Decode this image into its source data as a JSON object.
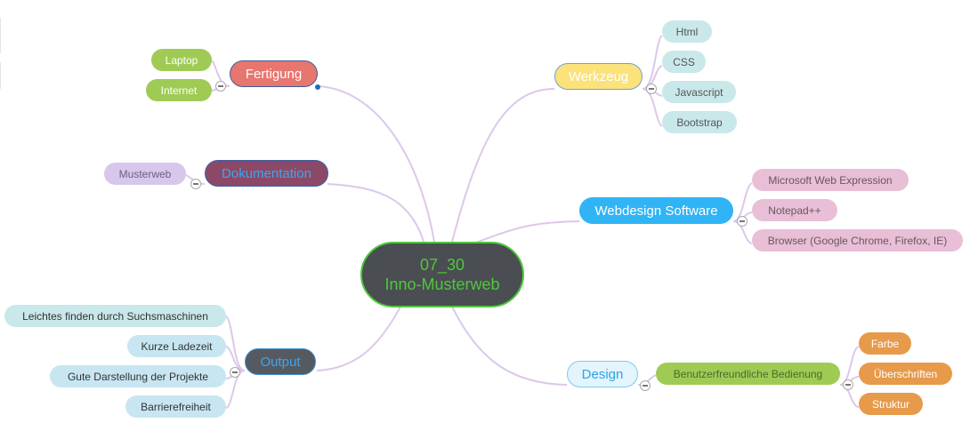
{
  "center": {
    "line1": "07_30",
    "line2": "Inno-Musterweb"
  },
  "colors": {
    "center_bg": "#4a4d51",
    "center_border": "#4cc93a",
    "center_text": "#4cc93a",
    "line": "#dcc8ea",
    "fertigung": "#e7766e",
    "dokumentation": "#8b4967",
    "output": "#555a60",
    "werkzeug": "#fbe27b",
    "webdesign": "#30b4f5",
    "design": "#e4f4fc",
    "leaf_green": "#9fcb55",
    "leaf_purple": "#d7c7ea",
    "leaf_lightblue": "#c7e6f1",
    "leaf_teal": "#c9e8ea",
    "leaf_pink": "#e8bfd6",
    "leaf_orange": "#e79a49"
  },
  "branches": {
    "fertigung": {
      "label": "Fertigung",
      "children": [
        "Laptop",
        "Internet"
      ]
    },
    "dokumentation": {
      "label": "Dokumentation",
      "children": [
        "Musterweb"
      ]
    },
    "output": {
      "label": "Output",
      "children": [
        "Leichtes finden durch Suchsmaschinen",
        "Kurze Ladezeit",
        "Gute Darstellung der Projekte",
        "Barrierefreiheit"
      ]
    },
    "werkzeug": {
      "label": "Werkzeug",
      "children": [
        "Html",
        "CSS",
        "Javascript",
        "Bootstrap"
      ]
    },
    "webdesign": {
      "label": "Webdesign Software",
      "children": [
        "Microsoft Web Expression",
        "Notepad++",
        "Browser (Google Chrome, Firefox, IE)"
      ]
    },
    "design": {
      "label": "Design",
      "sub": "Benutzerfreundliche Bedienung",
      "children": [
        "Farbe",
        "Überschriften",
        "Struktur"
      ]
    }
  }
}
